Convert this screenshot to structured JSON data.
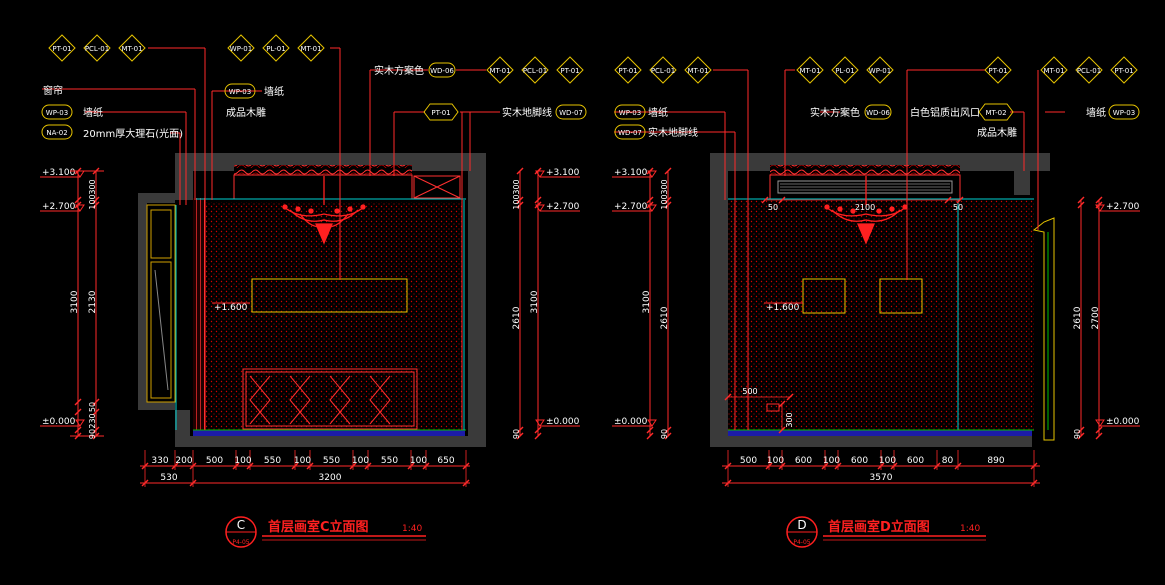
{
  "colors": {
    "background": "#000000",
    "wall": "#3a3a3a",
    "dim": "#ff2a2a",
    "text": "#ffffff",
    "tag_yellow": "#e6c300",
    "red": "#e00000",
    "cyan": "#00d2d2",
    "blue": "#1c1ca8",
    "green": "#00c000",
    "title_red": "#ff2020"
  },
  "left": {
    "title": "首层画室C立面图",
    "scale": "1:40",
    "marker_letter": "C",
    "marker_ref": "P4-05",
    "tags_top_left": [
      "PT-01",
      "PCL-01",
      "MT-01"
    ],
    "tags_top_mid": [
      "WP-01",
      "PL-01",
      "MT-01"
    ],
    "tags_top_right": [
      "MT-01",
      "PCL-01",
      "PT-01"
    ],
    "labels": {
      "curtain": "窗帘",
      "wp03_tag": "WP-03",
      "wallpaper": "墙纸",
      "na02_tag": "NA-02",
      "marble": "20mm厚大理石(光面)",
      "wp03b_tag": "WP-03",
      "wallpaper2": "墙纸",
      "molding": "成品木雕",
      "wood_color": "实木方案色",
      "wd06_tag": "WD-06",
      "pt01_tag": "PT-01",
      "skirting": "实木地脚线",
      "wd07_tag": "WD-07"
    },
    "levels": [
      "+3.100",
      "+2.700",
      "+1.600",
      "±0.000"
    ],
    "levels_right": [
      "+3.100",
      "+2.700",
      "±0.000"
    ],
    "vdims_left": [
      "300",
      "100",
      "3100",
      "2130",
      "50",
      "230",
      "90"
    ],
    "vdims_right": [
      "300",
      "100",
      "3100",
      "2610",
      "90"
    ],
    "hdims_top": [
      "330",
      "200",
      "500",
      "100",
      "550",
      "100",
      "550",
      "100",
      "550",
      "100",
      "650"
    ],
    "hdims_bottom": [
      "530",
      "3200"
    ]
  },
  "right": {
    "title": "首层画室D立面图",
    "scale": "1:40",
    "marker_letter": "D",
    "marker_ref": "P4-05",
    "tags_top_left": [
      "PT-01",
      "PCL-01",
      "MT-01"
    ],
    "tags_top_mid": [
      "MT-01",
      "PL-01",
      "WP-01"
    ],
    "tags_top_right": [
      "MT-01",
      "PCL-01",
      "PT-01"
    ],
    "labels": {
      "wp03_tag": "WP-03",
      "wallpaper": "墙纸",
      "wd07_tag": "WD-07",
      "skirting": "实木地脚线",
      "wood_color": "实木方案色",
      "wd06_tag": "WD-06",
      "vent": "白色铝质出风口",
      "mt02_tag": "MT-02",
      "pt01_tag": "PT-01",
      "molding": "成品木雕",
      "wallpaper2": "墙纸",
      "wp03b_tag": "WP-03"
    },
    "levels": [
      "+3.100",
      "+2.700",
      "+1.600",
      "±0.000"
    ],
    "levels_right": [
      "+2.700",
      "±0.000"
    ],
    "vdims_left": [
      "300",
      "100",
      "3100",
      "2610",
      "90"
    ],
    "vdims_right": [
      "2610",
      "2700",
      "90"
    ],
    "inner_dims": [
      "50",
      "2100",
      "50",
      "500",
      "300"
    ],
    "hdims_top": [
      "500",
      "100",
      "600",
      "100",
      "600",
      "100",
      "600",
      "80",
      "890"
    ],
    "hdims_bottom": [
      "3570"
    ]
  }
}
